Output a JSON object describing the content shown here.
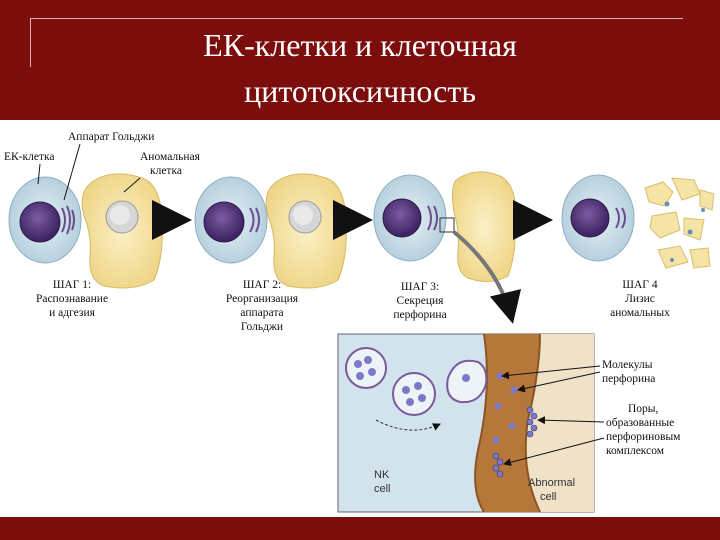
{
  "slide": {
    "title_line1": "ЕК-клетки и клеточная",
    "title_line2": "цитотоксичность"
  },
  "diagram": {
    "labels": {
      "golgi": "Аппарат Гольджи",
      "nk_cell": "ЕК-клетка",
      "abnormal_l1": "Аномальная",
      "abnormal_l2": "клетка"
    },
    "steps": [
      {
        "l1": "ШАГ 1:",
        "l2": "Распознавание",
        "l3": "и адгезия",
        "l4": ""
      },
      {
        "l1": "ШАГ 2:",
        "l2": "Реорганизация",
        "l3": "аппарата",
        "l4": "Гольджи"
      },
      {
        "l1": "ШАГ 3:",
        "l2": "Секреция",
        "l3": "перфорина",
        "l4": ""
      },
      {
        "l1": "ШАГ 4",
        "l2": "Лизис",
        "l3": "аномальных",
        "l4": ""
      }
    ],
    "inset": {
      "perforin_l1": "Молекулы",
      "perforin_l2": "перфорина",
      "pores_l1": "Поры,",
      "pores_l2": "образованные",
      "pores_l3": "перфориновым",
      "pores_l4": "комплексом",
      "nk_l1": "NK",
      "nk_l2": "cell",
      "abn_l1": "Abnormal",
      "abn_l2": "cell"
    },
    "colors": {
      "background": "#7b0d0d",
      "nk_cytoplasm": "#c9dde8",
      "nucleus": "#5b3b80",
      "abnormal_cell": "#f6e2a0",
      "abnormal_nucleus": "#d6d6d6",
      "membrane_band": "#b5773a",
      "inset_bg": "#d2e3ee"
    }
  }
}
